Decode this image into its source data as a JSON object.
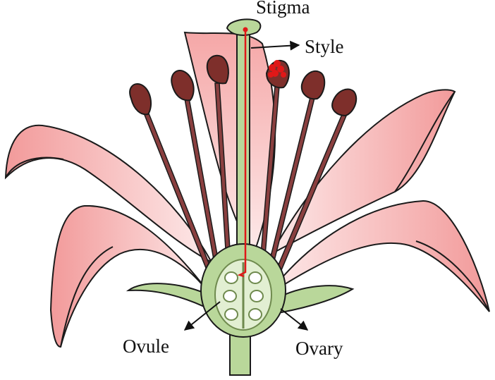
{
  "labels": {
    "stigma": "Stigma",
    "style": "Style",
    "ovule": "Ovule",
    "ovary": "Ovary"
  },
  "colors": {
    "petal": "#f4a2a2",
    "petal_light": "#fde6e6",
    "filament": "#8a3f3f",
    "anther": "#7e2f2b",
    "green": "#b9d79a",
    "green_dark": "#6f8a4e",
    "pollen_tube": "#e01818",
    "outline": "#1a1a1a"
  }
}
